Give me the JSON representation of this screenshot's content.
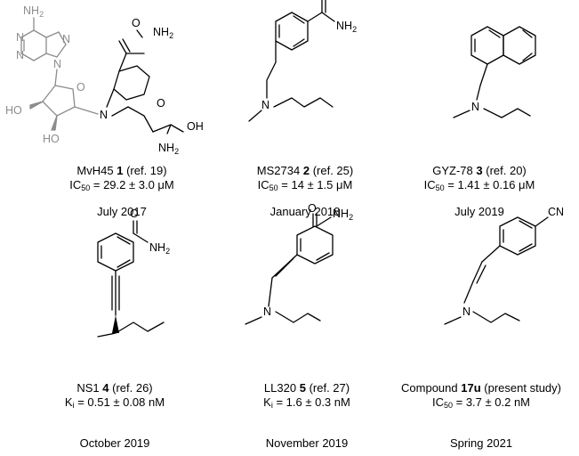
{
  "compounds": [
    {
      "name": "MvH45",
      "number": "1",
      "ref": "(ref. 19)",
      "metric": "IC",
      "metric_sub": "50",
      "value": "= 29.2 ± 3.0 μM",
      "date": "July 2017"
    },
    {
      "name": "MS2734",
      "number": "2",
      "ref": "(ref. 25)",
      "metric": "IC",
      "metric_sub": "50",
      "value": "= 14 ± 1.5 μM",
      "date": "January 2018"
    },
    {
      "name": "GYZ-78",
      "number": "3",
      "ref": "(ref. 20)",
      "metric": "IC",
      "metric_sub": "50",
      "value": "= 1.41 ± 0.16 μM",
      "date": "July 2019"
    },
    {
      "name": "NS1",
      "number": "4",
      "ref": "(ref. 26)",
      "metric": "K",
      "metric_sub": "i",
      "value": "= 0.51 ± 0.08 nM",
      "date": "October 2019"
    },
    {
      "name": "LL320",
      "number": "5",
      "ref": "(ref. 27)",
      "metric": "K",
      "metric_sub": "i",
      "value": "= 1.6 ± 0.3 nM",
      "date": "November 2019"
    },
    {
      "name": "Compound",
      "number": "17u",
      "ref": "(present study)",
      "metric": "IC",
      "metric_sub": "50",
      "value": "= 3.7 ± 0.2 nM",
      "date": "Spring 2021"
    }
  ],
  "atom_labels": {
    "nh2": "NH",
    "nh2_sub": "2",
    "o": "O",
    "n": "N",
    "ho": "HO",
    "oh": "OH",
    "cn": "CN"
  }
}
